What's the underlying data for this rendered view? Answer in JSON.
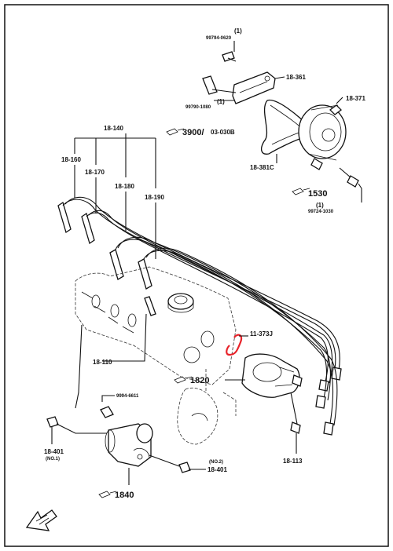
{
  "labels": {
    "qty_top": "(1)",
    "code_top": "99794-0620",
    "bracket": "18-361",
    "code_bolt_left": "99790-1080",
    "qty_bolt_left": "(1)",
    "ref_3900": "3900/",
    "ref_03": "03-030B",
    "alt_part": "18-371",
    "belt": "18-381C",
    "ref_1530": "1530",
    "qty_right": "(1)",
    "code_right": "99724-1030",
    "wire_set": "18-140",
    "wire_1": "18-160",
    "wire_2": "18-170",
    "wire_3": "18-180",
    "wire_4": "18-190",
    "gasket": "11-373J",
    "holder": "18-110",
    "ref_1820": "1820",
    "bolt_code": "9994-6611",
    "starter_part": "18-401",
    "starter_note": "(NO.1)",
    "starter_no2_note": "(NO.2)",
    "starter_no2": "18-401",
    "dist_bolt": "18-113",
    "ref_1840": "1840"
  },
  "colors": {
    "line": "#111111",
    "highlight": "#e8232a",
    "background": "#ffffff"
  }
}
